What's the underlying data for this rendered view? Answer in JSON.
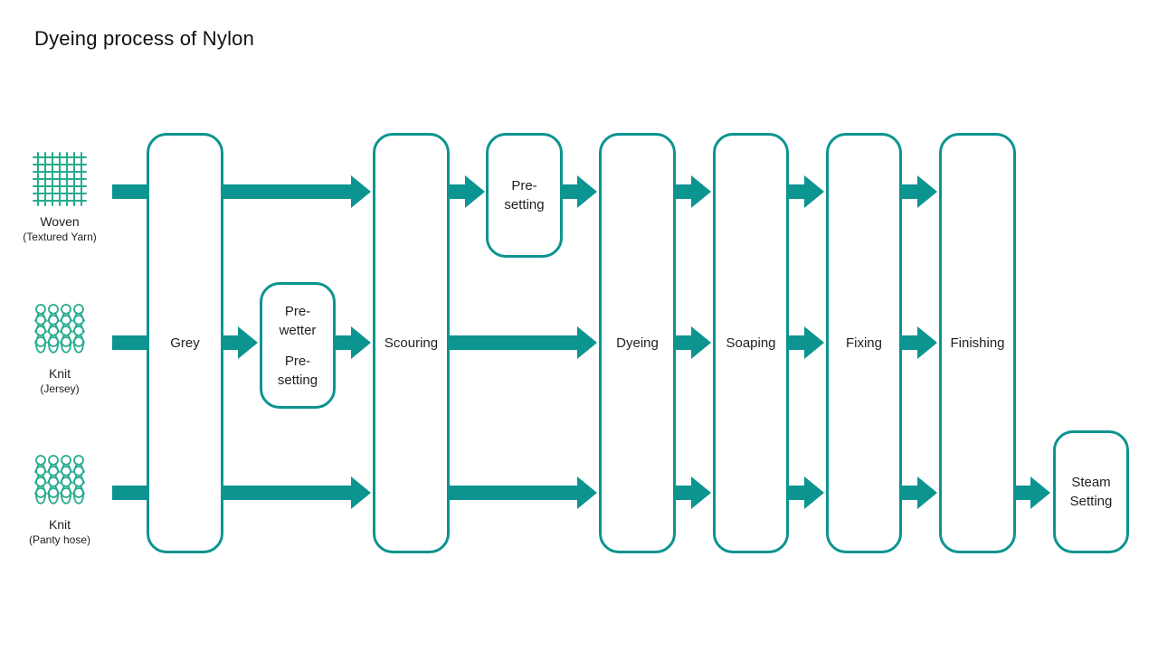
{
  "title": "Dyeing process of Nylon",
  "colors": {
    "teal": "#0C9490",
    "icon_green": "#26AB8E",
    "text": "#1F1F1F",
    "background": "#FFFFFF"
  },
  "sources": [
    {
      "name": "Woven",
      "detail": "(Textured Yarn)"
    },
    {
      "name": "Knit",
      "detail": "(Jersey)"
    },
    {
      "name": "Knit",
      "detail": "(Panty hose)"
    }
  ],
  "stages": {
    "grey": "Grey",
    "pre_wetter": "Pre-wetter",
    "pre_setting_mid": "Pre-setting",
    "scouring": "Scouring",
    "pre_setting_top": "Pre-setting",
    "dyeing": "Dyeing",
    "soaping": "Soaping",
    "fixing": "Fixing",
    "finishing": "Finishing",
    "steam_setting": "Steam Setting"
  }
}
